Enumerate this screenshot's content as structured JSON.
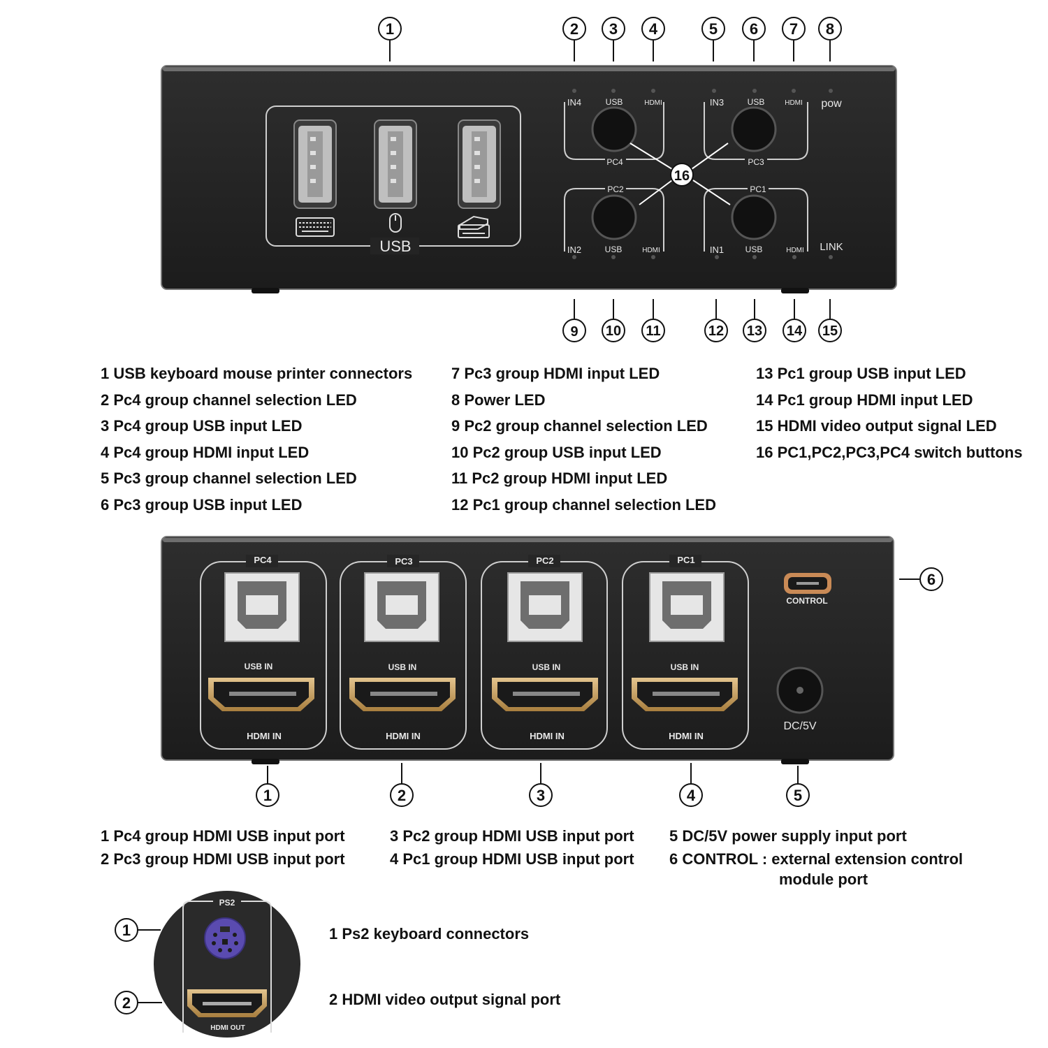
{
  "top_panel": {
    "usb_label": "USB",
    "led_labels": {
      "in4": "IN4",
      "usb4": "USB",
      "hdmi4": "HDMI",
      "in3": "IN3",
      "usb3": "USB",
      "hdmi3": "HDMI",
      "pow": "pow",
      "in2": "IN2",
      "usb2": "USB",
      "hdmi2": "HDMI",
      "in1": "IN1",
      "usb1": "USB",
      "hdmi1": "HDMI",
      "link": "LINK"
    },
    "group_labels": {
      "pc4": "PC4",
      "pc3": "PC3",
      "pc2": "PC2",
      "pc1": "PC1"
    },
    "callouts_top": [
      "1",
      "2",
      "3",
      "4",
      "5",
      "6",
      "7",
      "8"
    ],
    "callouts_bottom": [
      "9",
      "10",
      "11",
      "12",
      "13",
      "14",
      "15"
    ],
    "callout_center": "16"
  },
  "legend_top": {
    "col1": [
      "1 USB keyboard mouse printer connectors",
      "2 Pc4 group channel selection LED",
      "3 Pc4 group USB input LED",
      "4 Pc4 group HDMI input LED",
      "5 Pc3 group channel selection LED",
      "6 Pc3 group USB input LED"
    ],
    "col2": [
      "7 Pc3 group HDMI input LED",
      "8 Power LED",
      "9 Pc2 group channel selection LED",
      "10 Pc2 group USB input LED",
      "11 Pc2 group HDMI input LED",
      "12 Pc1 group channel selection LED"
    ],
    "col3": [
      "13 Pc1 group USB input LED",
      "14 Pc1 group HDMI input LED",
      "15 HDMI video output signal LED",
      "16 PC1,PC2,PC3,PC4 switch buttons"
    ]
  },
  "rear_panel": {
    "groups": [
      {
        "name": "PC4",
        "usb": "USB IN",
        "hdmi": "HDMI IN"
      },
      {
        "name": "PC3",
        "usb": "USB IN",
        "hdmi": "HDMI IN"
      },
      {
        "name": "PC2",
        "usb": "USB IN",
        "hdmi": "HDMI IN"
      },
      {
        "name": "PC1",
        "usb": "USB IN",
        "hdmi": "HDMI IN"
      }
    ],
    "control_label": "CONTROL",
    "dc_label": "DC/5V",
    "callouts": [
      "1",
      "2",
      "3",
      "4",
      "5",
      "6"
    ]
  },
  "legend_rear": {
    "col1": [
      "1  Pc4 group HDMI USB input port",
      "2  Pc3 group HDMI USB input port"
    ],
    "col2": [
      "3 Pc2 group HDMI USB input port",
      "4 Pc1 group HDMI USB input port"
    ],
    "col3_line1": "5 DC/5V power supply input port",
    "col3_line2": "6 CONTROL : external extension control",
    "col3_line3": "module port"
  },
  "side_panel": {
    "ps2_label": "PS2",
    "hdmi_out_label": "HDMI OUT",
    "callouts": [
      "1",
      "2"
    ],
    "legend": [
      "1  Ps2 keyboard connectors",
      "2  HDMI video output signal port"
    ]
  },
  "colors": {
    "panel": "#232323",
    "panel_edge": "#9a9a9a",
    "port_gold": "#c9a46a",
    "ps2_purple": "#5a4bb0"
  }
}
